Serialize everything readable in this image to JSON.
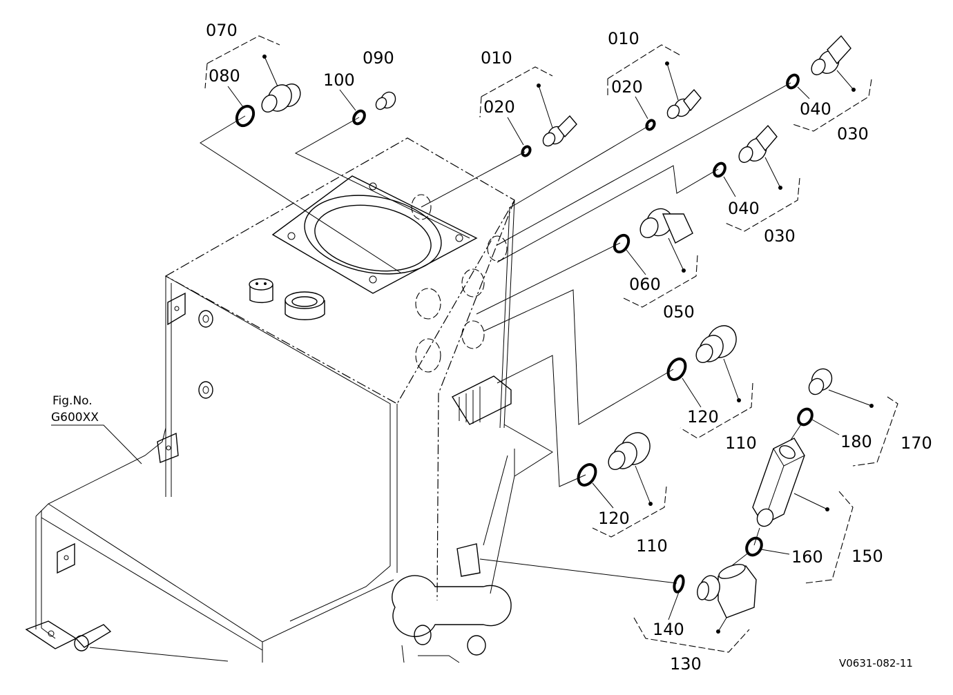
{
  "figure": {
    "fig_no_label": "Fig.No.",
    "fig_no_value": "G600XX",
    "drawing_code": "V0631-082-11"
  },
  "callouts": [
    {
      "id": "c070a",
      "text": "070"
    },
    {
      "id": "c080",
      "text": "080"
    },
    {
      "id": "c090",
      "text": "090"
    },
    {
      "id": "c100",
      "text": "100"
    },
    {
      "id": "c010a",
      "text": "010"
    },
    {
      "id": "c020a",
      "text": "020"
    },
    {
      "id": "c010b",
      "text": "010"
    },
    {
      "id": "c020b",
      "text": "020"
    },
    {
      "id": "c040a",
      "text": "040"
    },
    {
      "id": "c030a",
      "text": "030"
    },
    {
      "id": "c040b",
      "text": "040"
    },
    {
      "id": "c030b",
      "text": "030"
    },
    {
      "id": "c060",
      "text": "060"
    },
    {
      "id": "c050",
      "text": "050"
    },
    {
      "id": "c120a",
      "text": "120"
    },
    {
      "id": "c110a",
      "text": "110"
    },
    {
      "id": "c120b",
      "text": "120"
    },
    {
      "id": "c110b",
      "text": "110"
    },
    {
      "id": "c180",
      "text": "180"
    },
    {
      "id": "c170",
      "text": "170"
    },
    {
      "id": "c160",
      "text": "160"
    },
    {
      "id": "c150",
      "text": "150"
    },
    {
      "id": "c140",
      "text": "140"
    },
    {
      "id": "c130",
      "text": "130"
    }
  ]
}
